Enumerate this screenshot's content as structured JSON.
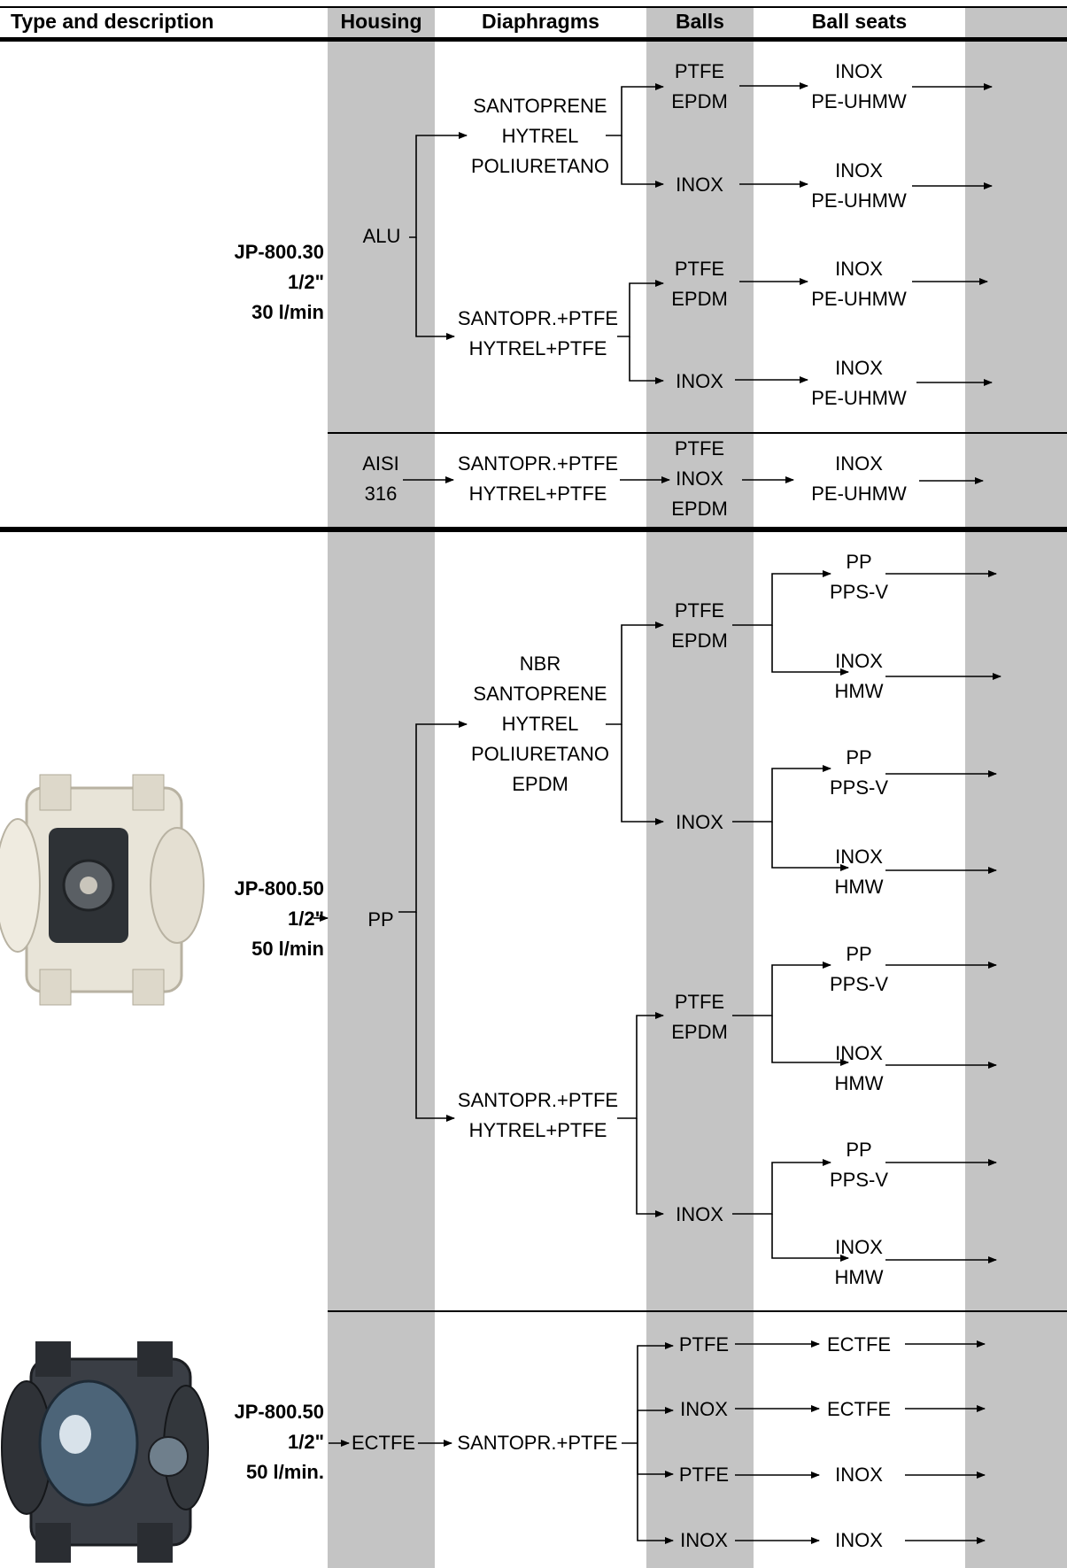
{
  "header": {
    "type": "Type and description",
    "housing": "Housing",
    "diaphragms": "Diaphragms",
    "balls": "Balls",
    "ball_seats": "Ball seats"
  },
  "m1": {
    "model": "JP-800.30\n1/2\"\n30 l/min",
    "housing_alu": "ALU",
    "dia_a": "SANTOPRENE\nHYTREL\nPOLIURETANO",
    "dia_b": "SANTOPR.+PTFE\nHYTREL+PTFE",
    "ball_ptfe_epdm": "PTFE\nEPDM",
    "ball_inox": "INOX",
    "seat_inox_pe": "INOX\nPE-UHMW",
    "housing_aisi": "AISI\n316",
    "aisi_dia": "SANTOPR.+PTFE\nHYTREL+PTFE",
    "aisi_balls": "PTFE\nINOX\nEPDM",
    "aisi_seat": "INOX\nPE-UHMW"
  },
  "m2": {
    "model": "JP-800.50\n1/2\"\n50 l/min",
    "housing_pp": "PP",
    "dia_a": "NBR\nSANTOPRENE\nHYTREL\nPOLIURETANO\nEPDM",
    "dia_b": "SANTOPR.+PTFE\nHYTREL+PTFE",
    "ball_ptfe_epdm": "PTFE\nEPDM",
    "ball_inox": "INOX",
    "seat_pp": "PP\nPPS-V",
    "seat_inox": "INOX\nHMW"
  },
  "m3": {
    "model": "JP-800.50\n1/2\"\n50 l/min.",
    "housing_ectfe": "ECTFE",
    "dia": "SANTOPR.+PTFE",
    "ball_ptfe": "PTFE",
    "ball_inox": "INOX",
    "seat_ectfe": "ECTFE",
    "seat_inox": "INOX"
  },
  "colors": {
    "column_bg": "#c4c4c4",
    "line": "#000000"
  }
}
